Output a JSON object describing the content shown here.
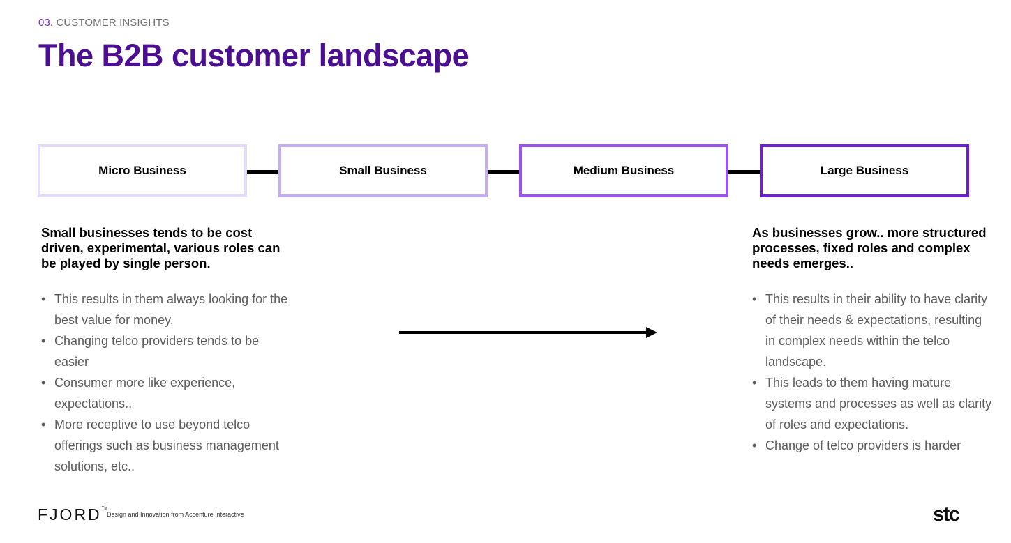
{
  "header": {
    "section_number": "03.",
    "section_name": "CUSTOMER INSIGHTS",
    "title": "The B2B customer landscape"
  },
  "stages": [
    {
      "label": "Micro Business",
      "border_color": "#e4dbfa"
    },
    {
      "label": "Small Business",
      "border_color": "#c3adf3"
    },
    {
      "label": "Medium Business",
      "border_color": "#9b52ee"
    },
    {
      "label": "Large Business",
      "border_color": "#6a1ed6"
    }
  ],
  "left_column": {
    "heading": "Small businesses tends to be cost driven, experimental, various roles can be played by single person.",
    "bullets": [
      "This results in them always looking for the best value for money.",
      "Changing telco providers tends to be easier",
      "Consumer more like experience, expectations..",
      "More receptive to use beyond telco offerings such as business management solutions, etc.."
    ]
  },
  "right_column": {
    "heading": "As businesses grow.. more structured processes, fixed roles and complex needs emerges..",
    "bullets": [
      "This results in their ability to have clarity of their needs & expectations, resulting in complex needs within the telco landscape.",
      "This leads to them having mature systems and processes as well as clarity of roles and expectations.",
      "Change of telco providers is harder"
    ]
  },
  "footer": {
    "logo": "FJORD",
    "trademark": "TM",
    "tagline": "Design and Innovation from Accenture Interactive",
    "brand": "stc"
  },
  "colors": {
    "title": "#4b0f8f",
    "accent": "#7a2ed9",
    "body_text": "#5b5b5b"
  }
}
